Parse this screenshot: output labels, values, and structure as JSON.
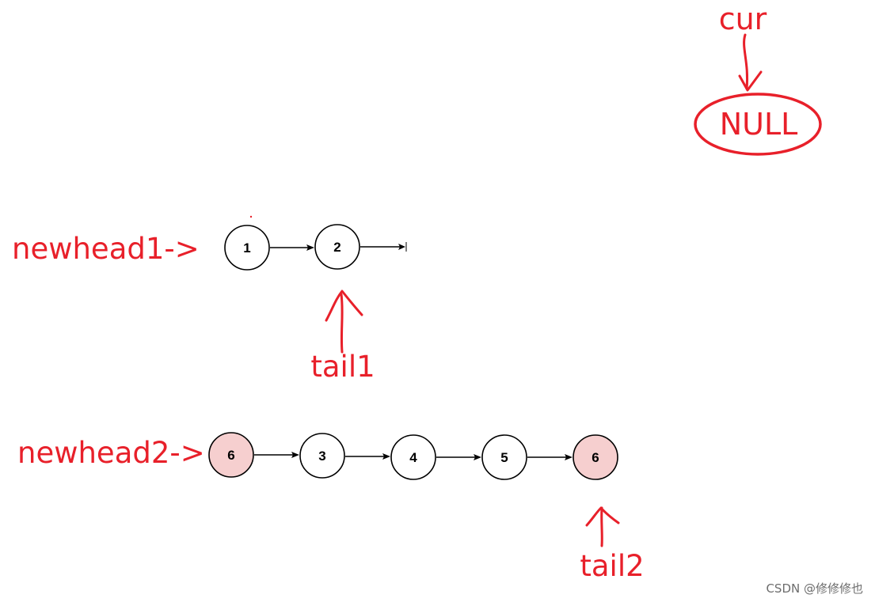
{
  "colors": {
    "annotation": "#e8202a",
    "node_fill": "#ffffff",
    "node_fill_highlight": "#f6cfcf",
    "node_stroke": "#000000"
  },
  "cur_pointer": {
    "label": "cur",
    "target": "NULL"
  },
  "list1": {
    "head_label": "newhead1->",
    "tail_label": "tail1",
    "nodes": [
      {
        "value": "1",
        "highlight": false
      },
      {
        "value": "2",
        "highlight": false
      }
    ]
  },
  "list2": {
    "head_label": "newhead2->",
    "tail_label": "tail2",
    "nodes": [
      {
        "value": "6",
        "highlight": true
      },
      {
        "value": "3",
        "highlight": false
      },
      {
        "value": "4",
        "highlight": false
      },
      {
        "value": "5",
        "highlight": false
      },
      {
        "value": "6",
        "highlight": true
      }
    ]
  },
  "watermark": "CSDN @修修修也"
}
